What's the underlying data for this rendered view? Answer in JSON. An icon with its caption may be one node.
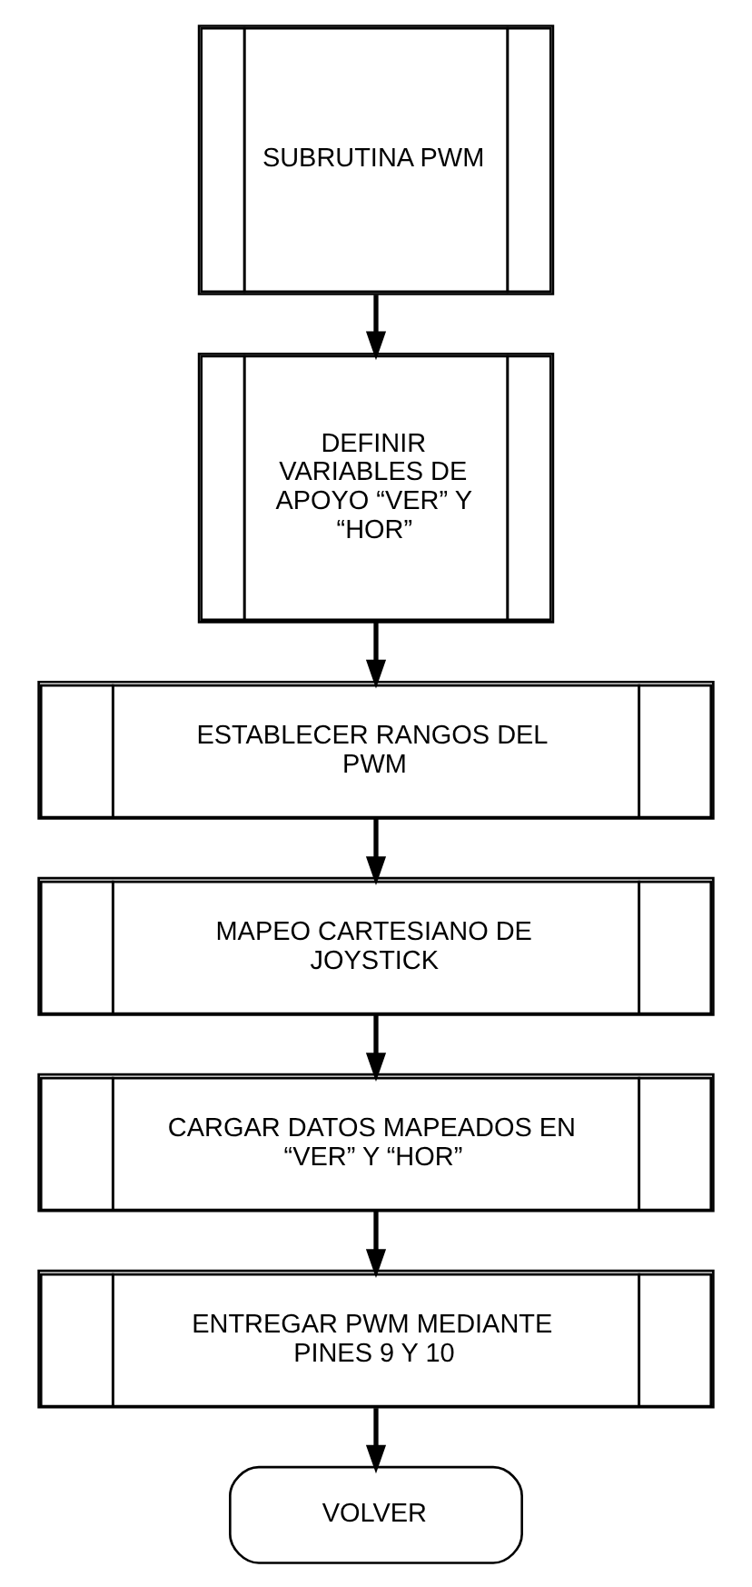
{
  "diagram": {
    "nodes": [
      {
        "text": [
          "SUBRUTINA PWM"
        ]
      },
      {
        "text": [
          "DEFINIR VARIABLES DE APOYO “VER” Y “HOR”"
        ]
      },
      {
        "text": [
          "ESTABLECER RANGOS DEL PWM"
        ]
      },
      {
        "text": [
          "MAPEO CARTESIANO DE JOYSTICK"
        ]
      },
      {
        "text": [
          "CARGAR DATOS MAPEADOS EN “VER” Y “HOR”"
        ]
      },
      {
        "text": [
          "ENTREGAR PWM MEDIANTE PINES 9 Y 10"
        ]
      },
      {
        "text": [
          "VOLVER"
        ]
      }
    ],
    "edges": [
      {
        "from": 0,
        "to": 1,
        "arrow": "to"
      },
      {
        "from": 1,
        "to": 2,
        "arrow": "to"
      },
      {
        "from": 2,
        "to": 3,
        "arrow": "to"
      },
      {
        "from": 3,
        "to": 4,
        "arrow": "to"
      },
      {
        "from": 4,
        "to": 5,
        "arrow": "to"
      },
      {
        "from": 5,
        "to": 6,
        "arrow": "to"
      }
    ]
  }
}
